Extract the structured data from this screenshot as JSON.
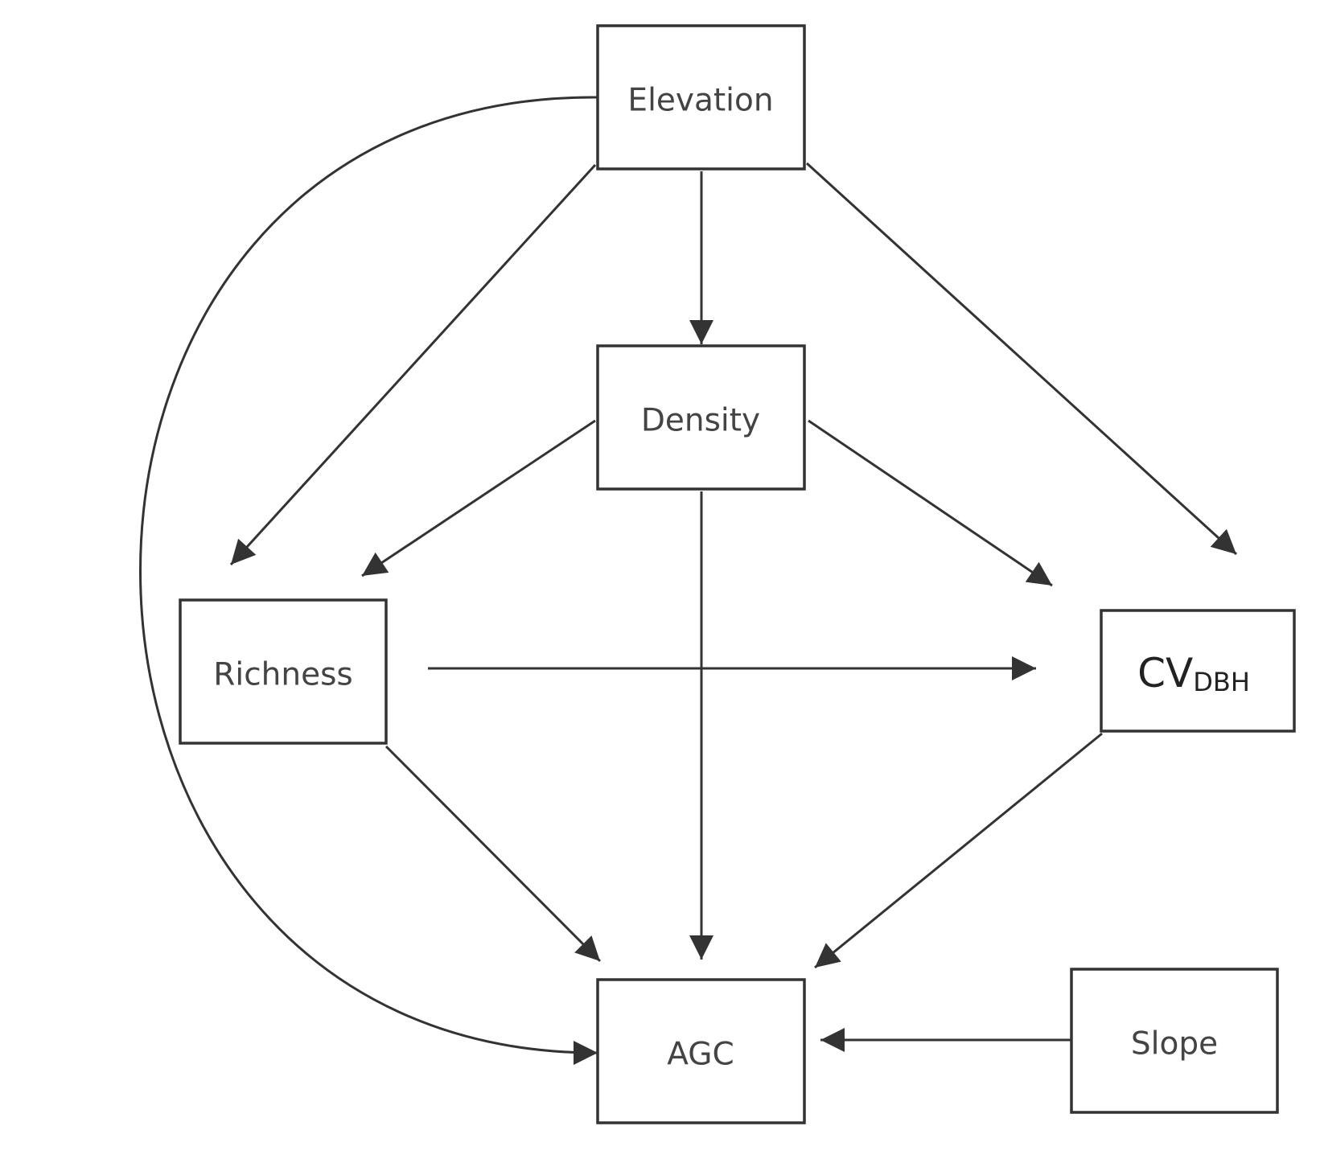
{
  "nodes": {
    "elevation": {
      "label": "Elevation"
    },
    "density": {
      "label": "Density"
    },
    "richness": {
      "label": "Richness"
    },
    "cv_dbh": {
      "label": "CV",
      "subscript": "DBH"
    },
    "agc": {
      "label": "AGC"
    },
    "slope": {
      "label": "Slope"
    }
  },
  "edges": [
    {
      "from": "Elevation",
      "to": "Density"
    },
    {
      "from": "Elevation",
      "to": "Richness"
    },
    {
      "from": "Elevation",
      "to": "CV_DBH"
    },
    {
      "from": "Elevation",
      "to": "AGC"
    },
    {
      "from": "Density",
      "to": "Richness"
    },
    {
      "from": "Density",
      "to": "CV_DBH"
    },
    {
      "from": "Density",
      "to": "AGC"
    },
    {
      "from": "Richness",
      "to": "CV_DBH"
    },
    {
      "from": "Richness",
      "to": "AGC"
    },
    {
      "from": "CV_DBH",
      "to": "AGC"
    },
    {
      "from": "Slope",
      "to": "AGC"
    }
  ],
  "colors": {
    "stroke": "#333333",
    "text": "#444444",
    "background": "#ffffff"
  }
}
